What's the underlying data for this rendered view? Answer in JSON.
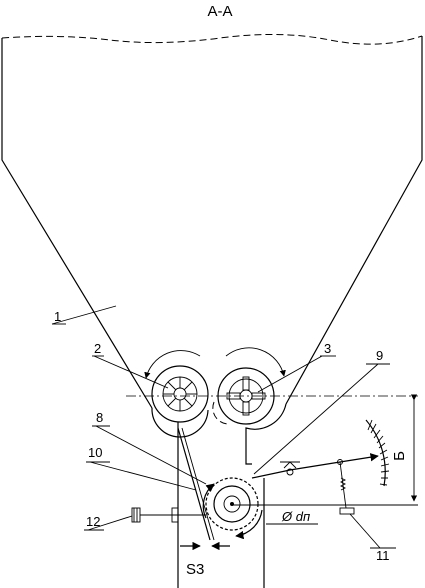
{
  "diagram": {
    "section_title": "А-А",
    "labels": {
      "hopper": "1",
      "roller_left": "2",
      "roller_right": "3",
      "sensor": "8",
      "lever": "9",
      "sprocket": "10",
      "spring": "11",
      "screw": "12"
    },
    "dimension_vertical": "Б",
    "diameter_label": "Ø dп",
    "gap_label": "S3"
  }
}
